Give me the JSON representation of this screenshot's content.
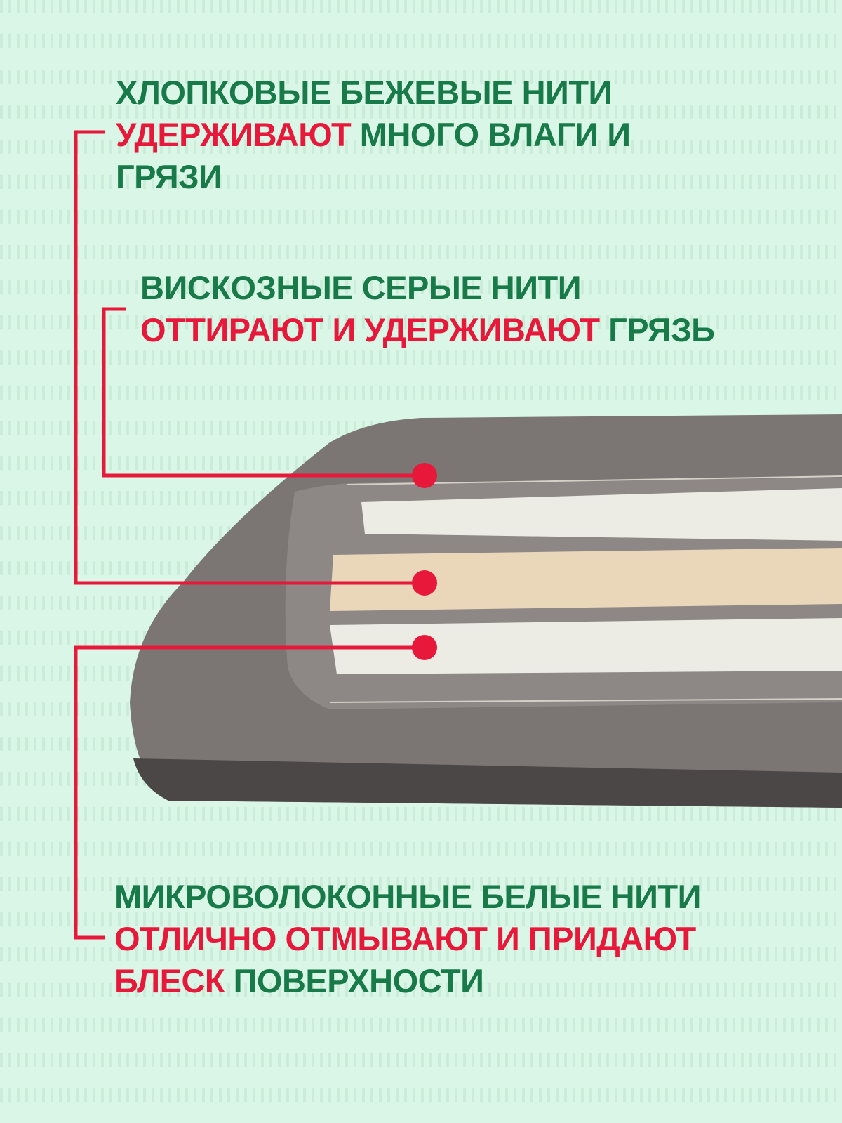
{
  "callouts": [
    {
      "lines": [
        [
          {
            "text": "ХЛОПКОВЫЕ БЕЖЕВЫЕ НИТИ",
            "color": "green"
          }
        ],
        [
          {
            "text": "УДЕРЖИВАЮТ",
            "color": "red"
          },
          {
            "text": " МНОГО ВЛАГИ И",
            "color": "green"
          }
        ],
        [
          {
            "text": "ГРЯЗИ",
            "color": "green"
          }
        ]
      ]
    },
    {
      "lines": [
        [
          {
            "text": "ВИСКОЗНЫЕ СЕРЫЕ НИТИ",
            "color": "green"
          }
        ],
        [
          {
            "text": "ОТТИРАЮТ И УДЕРЖИВАЮТ",
            "color": "red"
          },
          {
            "text": " ГРЯЗЬ",
            "color": "green"
          }
        ]
      ]
    },
    {
      "lines": [
        [
          {
            "text": "МИКРОВОЛОКОННЫЕ БЕЛЫЕ НИТИ",
            "color": "green"
          }
        ],
        [
          {
            "text": "ОТЛИЧНО ОТМЫВАЮТ И ПРИДАЮТ",
            "color": "red"
          }
        ],
        [
          {
            "text": "БЛЕСК",
            "color": "red"
          },
          {
            "text": " ПОВЕРХНОСТИ",
            "color": "green"
          }
        ]
      ]
    }
  ],
  "colors": {
    "green": "#177a48",
    "red": "#e8183a",
    "background": "#d9f6e6"
  }
}
